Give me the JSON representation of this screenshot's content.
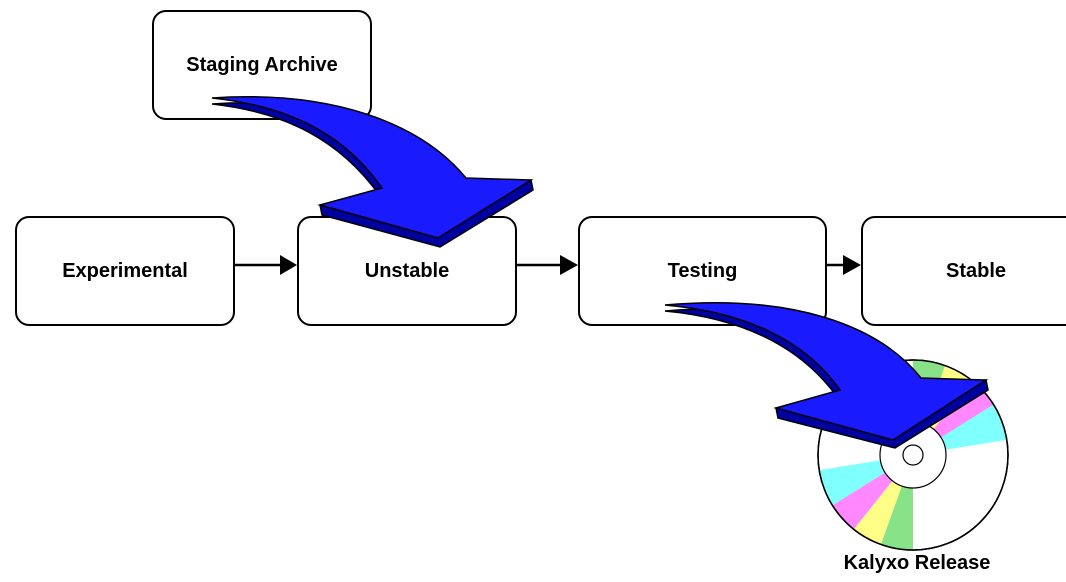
{
  "nodes": {
    "staging": "Staging Archive",
    "experimental": "Experimental",
    "unstable": "Unstable",
    "testing": "Testing",
    "stable": "Stable"
  },
  "release_label": "Kalyxo Release",
  "colors": {
    "arrow_fill": "#1a1aff",
    "arrow_dark": "#0000a0",
    "box_border": "#000000",
    "disc_green": "#88e288",
    "disc_yellow": "#ffff88",
    "disc_pink": "#ff88ff",
    "disc_cyan": "#80ffff"
  },
  "icons": {
    "disc": "cd-disc-icon",
    "curved_arrow": "curved-arrow-icon"
  }
}
